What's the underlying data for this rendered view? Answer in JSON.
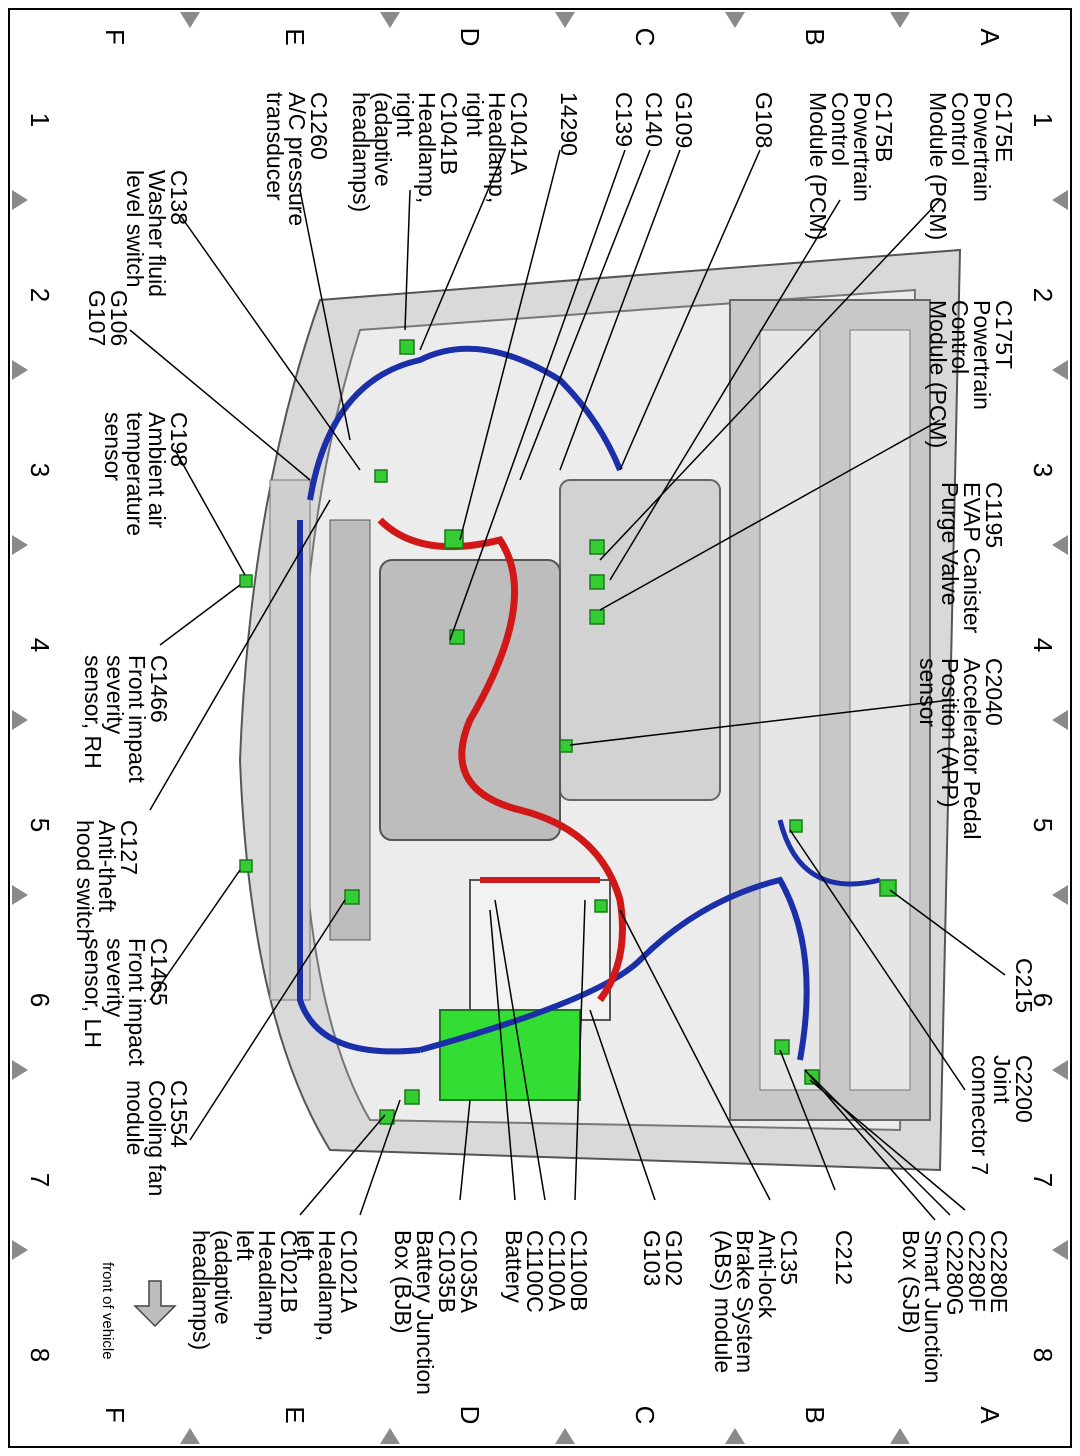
{
  "grid": {
    "rows": [
      "A",
      "B",
      "C",
      "D",
      "E",
      "F"
    ],
    "cols": [
      "1",
      "2",
      "3",
      "4",
      "5",
      "6",
      "7",
      "8"
    ]
  },
  "labels": {
    "c175e": "C175E\nPowertrain\nControl\nModule (PCM)",
    "c175b": "C175B\nPowertrain\nControl\nModule (PCM)",
    "g108": "G108",
    "g109": "G109",
    "c140": "C140",
    "c139": "C139",
    "n14290": "14290",
    "c1041a": "C1041A\nHeadlamp,\nright",
    "c1041b": "C1041B\nHeadlamp,\nright\n(adaptive\nheadlamps)",
    "c1260": "C1260\nA/C pressure\ntransducer",
    "c138": "C138\nWasher fluid\nlevel switch",
    "c175t": "C175T\nPowertrain\nControl\nModule (PCM)",
    "g106": "G106\nG107",
    "c198": "C198\nAmbient air\ntemperature\nsensor",
    "c1195": "C1195\nEVAP Canister\nPurge Valve",
    "c1466": "C1466\nFront impact\nseverity\nsensor, RH",
    "c2040": "C2040\nAccelerator Pedal\nPosition (APP)\nsensor",
    "c127": "C127\nAnti-theft\nhood switch",
    "c215": "C215",
    "c1465": "C1465\nFront impact\nseverity\nsensor, LH",
    "c2200": "C2200\nJoint\nconnector 7",
    "c1554": "C1554\nCooling fan\nmodule",
    "c2280": "C2280E\nC2280F\nC2280G\nSmart Junction\nBox (SJB)",
    "c212": "C212",
    "c135": "C135\nAnti-lock\nBrake System\n(ABS) module",
    "g102": "G102\nG103",
    "c1100b": "C1100B\nC1100A\nC1100C",
    "battery": "Battery",
    "c1035": "C1035A\nC1035B\nBattery Junction\nBox (BJB)",
    "c1021a": "C1021A\nHeadlamp,\nleft",
    "c1021b": "C1021B\nHeadlamp,\nleft\n(adaptive\nheadlamps)",
    "front": "front of vehicle"
  },
  "colors": {
    "harness_blue": "#1a2fa8",
    "harness_red": "#d01818",
    "connector_green": "#33cc33",
    "grid_marker": "#8a8a8a"
  }
}
